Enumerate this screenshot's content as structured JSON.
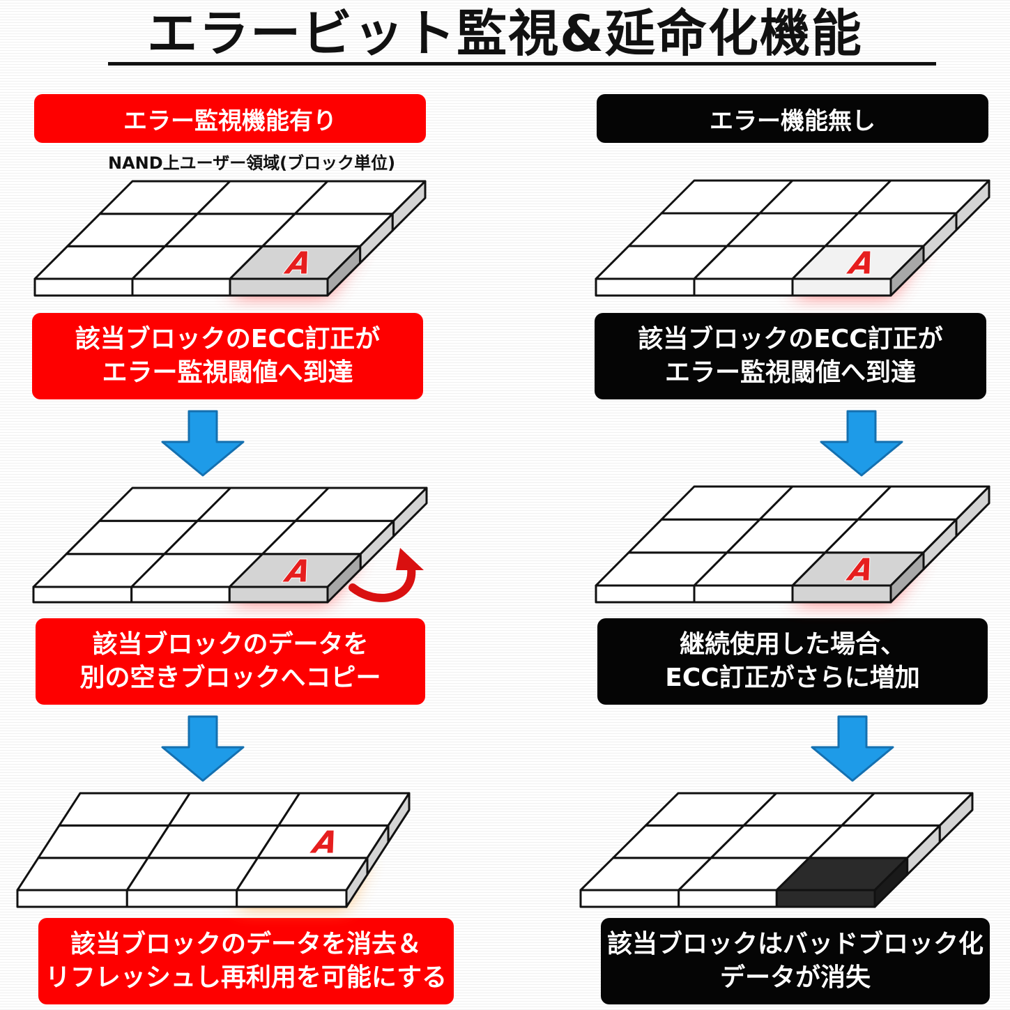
{
  "title": "エラービット監視&延命化機能",
  "left": {
    "header": "エラー監視機能有り",
    "nand_label": "NAND上ユーザー領域(ブロック単位)",
    "block_letter": "A",
    "steps": [
      {
        "lines": [
          "該当ブロックのECC訂正が",
          "エラー監視閾値へ到達"
        ]
      },
      {
        "lines": [
          "該当ブロックのデータを",
          "別の空きブロックへコピー"
        ]
      },
      {
        "lines": [
          "該当ブロックのデータを消去＆",
          "リフレッシュし再利用を可能にする"
        ]
      }
    ]
  },
  "right": {
    "header": "エラー機能無し",
    "block_letter": "A",
    "steps": [
      {
        "lines": [
          "該当ブロックのECC訂正が",
          "エラー監視閾値へ到達"
        ]
      },
      {
        "lines": [
          "継続使用した場合、",
          "ECC訂正がさらに増加"
        ]
      },
      {
        "lines": [
          "該当ブロックはバッドブロック化",
          "データが消失"
        ]
      }
    ]
  },
  "colors": {
    "left_accent": "#fe0000",
    "right_accent": "#050505",
    "arrow": "#1e9be8",
    "highlight_cell": "#d4d4d4",
    "bad_block": "#2a2a2a",
    "copy_arrow": "#d91010",
    "glow_red": "#ff5a5a",
    "glow_orange": "#ffb050"
  }
}
